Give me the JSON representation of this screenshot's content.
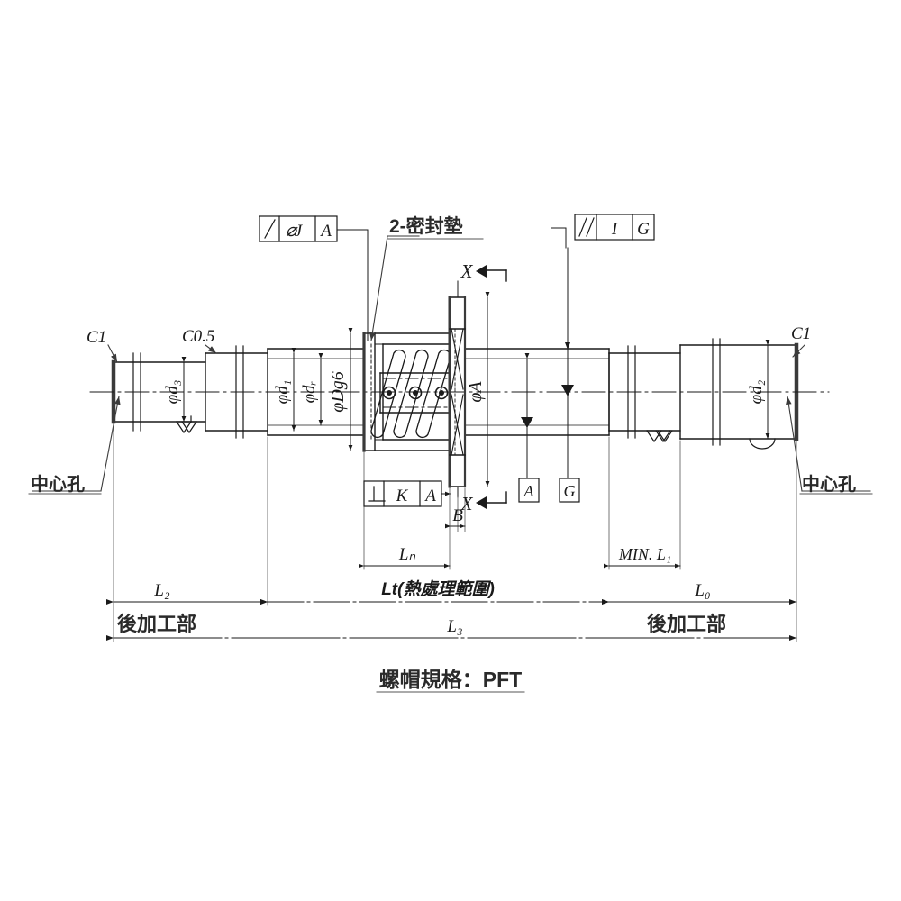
{
  "drawing": {
    "background": "#ffffff",
    "line_color": "#1a1a1a",
    "caption": "螺帽規格：PFT"
  },
  "feature_control_frames": [
    {
      "id": "fcf-top-left",
      "symbol": "runout",
      "symbol_glyph": "⌯",
      "cells": [
        "⌀",
        "J",
        "A"
      ],
      "tolerance": "J",
      "datum": "A"
    },
    {
      "id": "fcf-top-right",
      "symbol": "parallelism",
      "symbol_glyph": "//",
      "cells": [
        "I",
        "G"
      ],
      "tolerance": "I",
      "datum": "G"
    },
    {
      "id": "fcf-bottom-left",
      "symbol": "perpendicularity",
      "symbol_glyph": "⊥",
      "cells": [
        "K",
        "A"
      ],
      "tolerance": "K",
      "datum": "A"
    }
  ],
  "datum_boxes": [
    {
      "id": "datum-a",
      "label": "A"
    },
    {
      "id": "datum-g",
      "label": "G"
    }
  ],
  "leaders": [
    {
      "id": "seal-note",
      "text": "2-密封墊"
    },
    {
      "id": "center-hole-left",
      "text": "中心孔"
    },
    {
      "id": "center-hole-right",
      "text": "中心孔"
    }
  ],
  "chamfers": [
    {
      "id": "chamfer-left-end",
      "text": "C1"
    },
    {
      "id": "chamfer-left-step",
      "text": "C0.5"
    },
    {
      "id": "chamfer-right-end",
      "text": "C1"
    }
  ],
  "diameter_dimensions": [
    {
      "id": "dia-d3",
      "text": "φd₃",
      "prefix": "φ",
      "sym": "d",
      "sub": "3"
    },
    {
      "id": "dia-d1",
      "text": "φd₁",
      "prefix": "φ",
      "sym": "d",
      "sub": "1"
    },
    {
      "id": "dia-dr",
      "text": "φdᵣ",
      "prefix": "φ",
      "sym": "d",
      "sub": "r"
    },
    {
      "id": "dia-Dg6",
      "text": "φDg6",
      "prefix": "φ",
      "sym": "Dg6",
      "sub": ""
    },
    {
      "id": "dia-A",
      "text": "φA",
      "prefix": "φ",
      "sym": "A",
      "sub": ""
    },
    {
      "id": "dia-d2",
      "text": "φd₂",
      "prefix": "φ",
      "sym": "d",
      "sub": "2"
    }
  ],
  "linear_dimensions": [
    {
      "id": "dim-B",
      "text": "B"
    },
    {
      "id": "dim-Ln",
      "text": "Lₙ",
      "sym": "L",
      "sub": "n"
    },
    {
      "id": "dim-Lt",
      "text": "Lt(熱處理範圍)"
    },
    {
      "id": "dim-L1",
      "text": "MIN. L₁",
      "sym": "L",
      "sub": "1"
    },
    {
      "id": "dim-L3",
      "text": "L₃",
      "sym": "L",
      "sub": "3"
    },
    {
      "id": "dim-L2",
      "text": "L₂",
      "sym": "L",
      "sub": "2"
    },
    {
      "id": "dim-L0",
      "text": "L₀",
      "sym": "L",
      "sub": "0"
    }
  ],
  "zone_labels": [
    {
      "id": "post-machining-left",
      "text": "後加工部"
    },
    {
      "id": "post-machining-right",
      "text": "後加工部"
    }
  ],
  "section_marks": [
    {
      "id": "section-x-top",
      "label": "X"
    },
    {
      "id": "section-x-bottom",
      "label": "X"
    }
  ]
}
